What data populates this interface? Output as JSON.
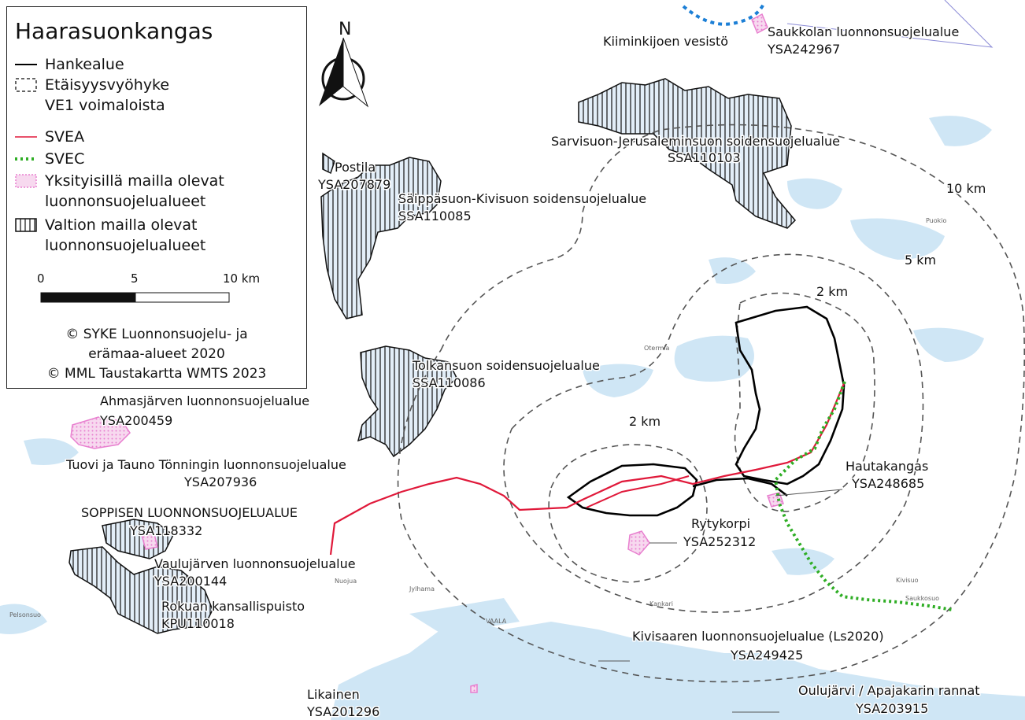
{
  "legend": {
    "title": "Haarasuonkangas",
    "items": [
      {
        "symbol": "solid-black-line",
        "text": [
          "Hankealue"
        ]
      },
      {
        "symbol": "dashed-box",
        "text": [
          "Etäisyysvyöhyke",
          "VE1 voimaloista"
        ]
      },
      {
        "symbol": "red-line",
        "text": [
          "SVEA"
        ]
      },
      {
        "symbol": "green-dotted-line",
        "text": [
          "SVEC"
        ]
      },
      {
        "symbol": "pink-dotted-box",
        "text": [
          "Yksityisillä mailla olevat",
          "luonnonsuojelualueet"
        ]
      },
      {
        "symbol": "hatched-box",
        "text": [
          "Valtion mailla olevat",
          "luonnonsuojelualueet"
        ]
      }
    ],
    "scale": {
      "labels": [
        "0",
        "5",
        "10 km"
      ]
    },
    "credits": [
      "© SYKE Luonnonsuojelu- ja",
      "erämaa-alueet 2020",
      "© MML Taustakartta WMTS 2023"
    ]
  },
  "north_arrow": {
    "label": "N",
    "icon": "north-arrow-icon"
  },
  "colors": {
    "project_boundary": "#000000",
    "svea": "#e0193a",
    "svec": "#2fae25",
    "private_reserve": "#e87fcf",
    "water": "#cfe6f5",
    "land": "#ffffff",
    "zone": "#555555",
    "state_reserve_fill": "#e3eef8",
    "label_text": "#111111"
  },
  "map_labels": {
    "saukkola": [
      "Saukkolan luonnonsuojelualue",
      "YSA242967"
    ],
    "kiiminkijoki": [
      "Kiiminkijoen vesistö"
    ],
    "sarvisuo": [
      "Sarvisuon-Jerusaleminsuon soidensuojelualue",
      "SSA110103"
    ],
    "postila": [
      "Postila",
      "YSA207879"
    ],
    "saippasuo": [
      "Säippäsuon-Kivisuon soidensuojelualue",
      "SSA110085"
    ],
    "tolkansuo": [
      "Tolkansuon soidensuojelualue",
      "SSA110086"
    ],
    "ahmasjarvi": [
      "Ahmasjärven luonnonsuojelualue",
      "YSA200459"
    ],
    "tuovi": [
      "Tuovi ja Tauno Tönningin luonnonsuojelualue",
      "YSA207936"
    ],
    "soppinen": [
      "SOPPISEN LUONNONSUOJELUALUE",
      "YSA118332"
    ],
    "vaulujarvi": [
      "Vaulujärven luonnonsuojelualue",
      "YSA200144"
    ],
    "rokua": [
      "Rokuan kansallispuisto",
      "KPU110018"
    ],
    "likainen": [
      "Likainen",
      "YSA201296"
    ],
    "rytykorpi": [
      "Rytykorpi",
      "YSA252312"
    ],
    "hautakangas": [
      "Hautakangas",
      "YSA248685"
    ],
    "kivisaari": [
      "Kivisaaren luonnonsuojelualue (Ls2020)",
      "YSA249425"
    ],
    "oulujarvi": [
      "Oulujärvi / Apajakarin rannat",
      "YSA203915"
    ],
    "zone_10km": "10 km",
    "zone_5km": "5 km",
    "zone_2km_north": "2 km",
    "zone_2km_south": "2 km"
  },
  "basemap_labels": {
    "vaala": "VAALA",
    "jylhama": "Jylhama",
    "nuojua": "Nuojua",
    "otermia": "Otermia",
    "kankari": "Kankari",
    "kivisuo": "Kivisuo",
    "saukkosuo": "Saukkosuo",
    "puokio": "Puokio",
    "pelsonsuo": "Pelsonsuo"
  }
}
